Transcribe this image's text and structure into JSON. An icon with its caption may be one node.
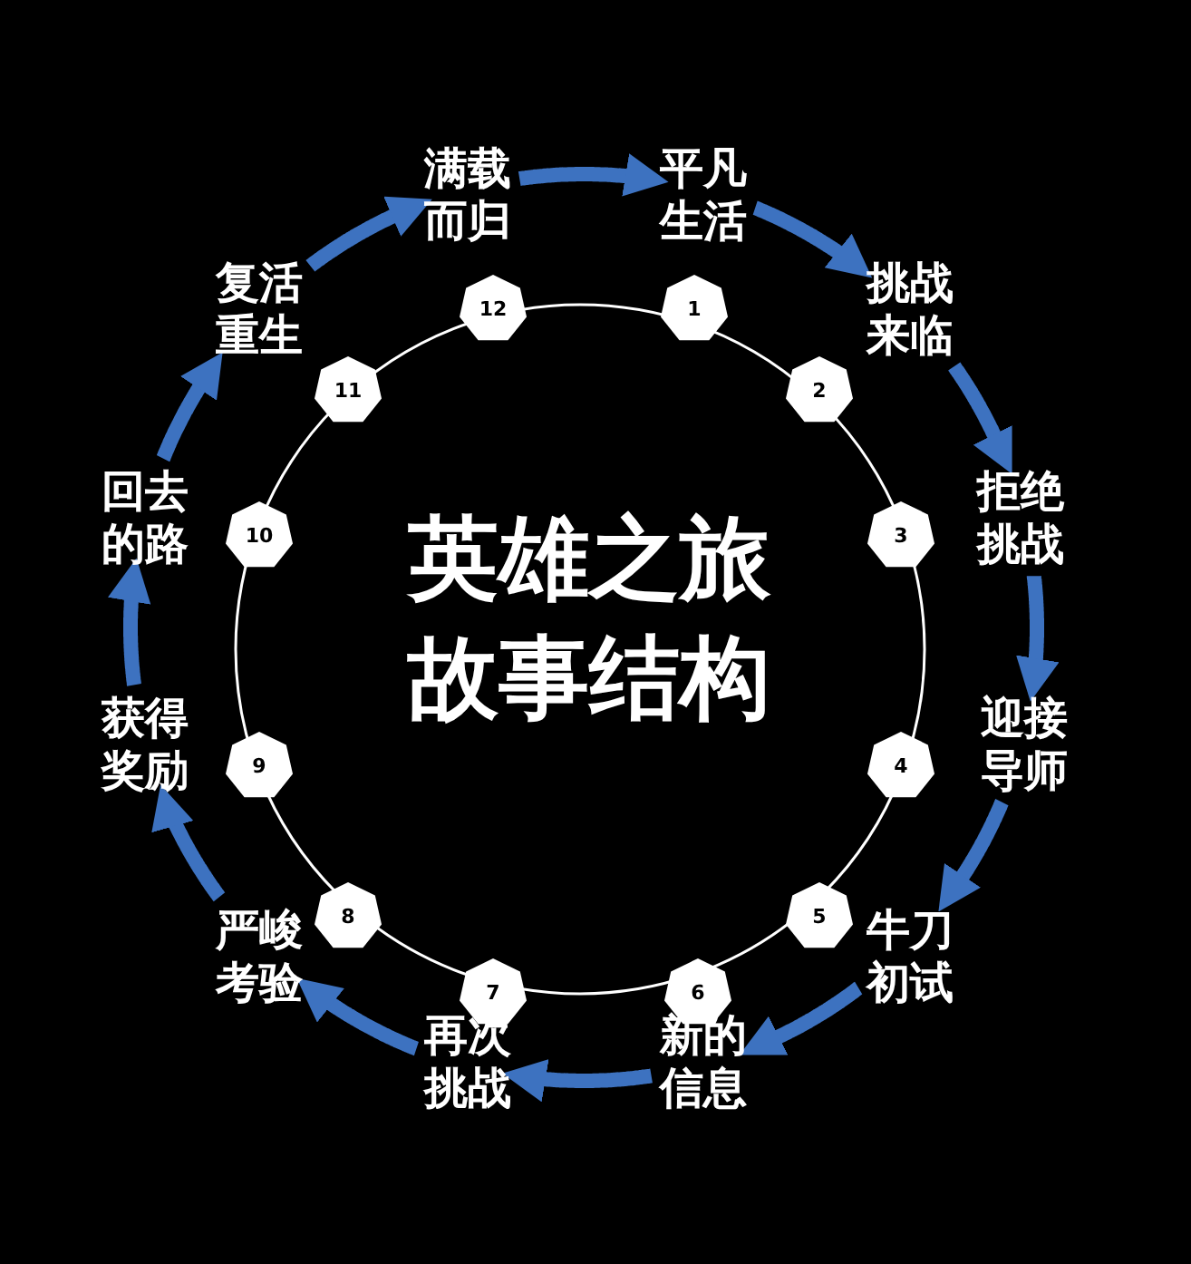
{
  "diagram": {
    "title": "英雄之旅故事结构",
    "nodes": [
      {
        "text": [
          "平凡生活"
        ]
      },
      {
        "text": [
          "挑战来临"
        ]
      },
      {
        "text": [
          "拒绝挑战"
        ]
      },
      {
        "text": [
          "迎接导师"
        ]
      },
      {
        "text": [
          "牛刀初试"
        ]
      },
      {
        "text": [
          "新的信息"
        ]
      },
      {
        "text": [
          "再次挑战"
        ]
      },
      {
        "text": [
          "严峻考验"
        ]
      },
      {
        "text": [
          "获得奖励"
        ]
      },
      {
        "text": [
          "回去的路"
        ]
      },
      {
        "text": [
          "复活重生"
        ]
      },
      {
        "text": [
          "满载而归"
        ]
      },
      {
        "text": [
          "1"
        ]
      },
      {
        "text": [
          "2"
        ]
      },
      {
        "text": [
          "3"
        ]
      },
      {
        "text": [
          "4"
        ]
      },
      {
        "text": [
          "5"
        ]
      },
      {
        "text": [
          "6"
        ]
      },
      {
        "text": [
          "7"
        ]
      },
      {
        "text": [
          "8"
        ]
      },
      {
        "text": [
          "9"
        ]
      },
      {
        "text": [
          "10"
        ]
      },
      {
        "text": [
          "11"
        ]
      },
      {
        "text": [
          "12"
        ]
      }
    ],
    "edges": [
      {
        "from": 0,
        "to": 1,
        "arrow": "to"
      },
      {
        "from": 1,
        "to": 2,
        "arrow": "to"
      },
      {
        "from": 2,
        "to": 3,
        "arrow": "to"
      },
      {
        "from": 3,
        "to": 4,
        "arrow": "to"
      },
      {
        "from": 4,
        "to": 5,
        "arrow": "to"
      },
      {
        "from": 5,
        "to": 6,
        "arrow": "to"
      },
      {
        "from": 6,
        "to": 7,
        "arrow": "to"
      },
      {
        "from": 7,
        "to": 8,
        "arrow": "to"
      },
      {
        "from": 8,
        "to": 9,
        "arrow": "to"
      },
      {
        "from": 9,
        "to": 10,
        "arrow": "to"
      },
      {
        "from": 10,
        "to": 11,
        "arrow": "to"
      },
      {
        "from": 11,
        "to": 0,
        "arrow": "to"
      }
    ]
  }
}
